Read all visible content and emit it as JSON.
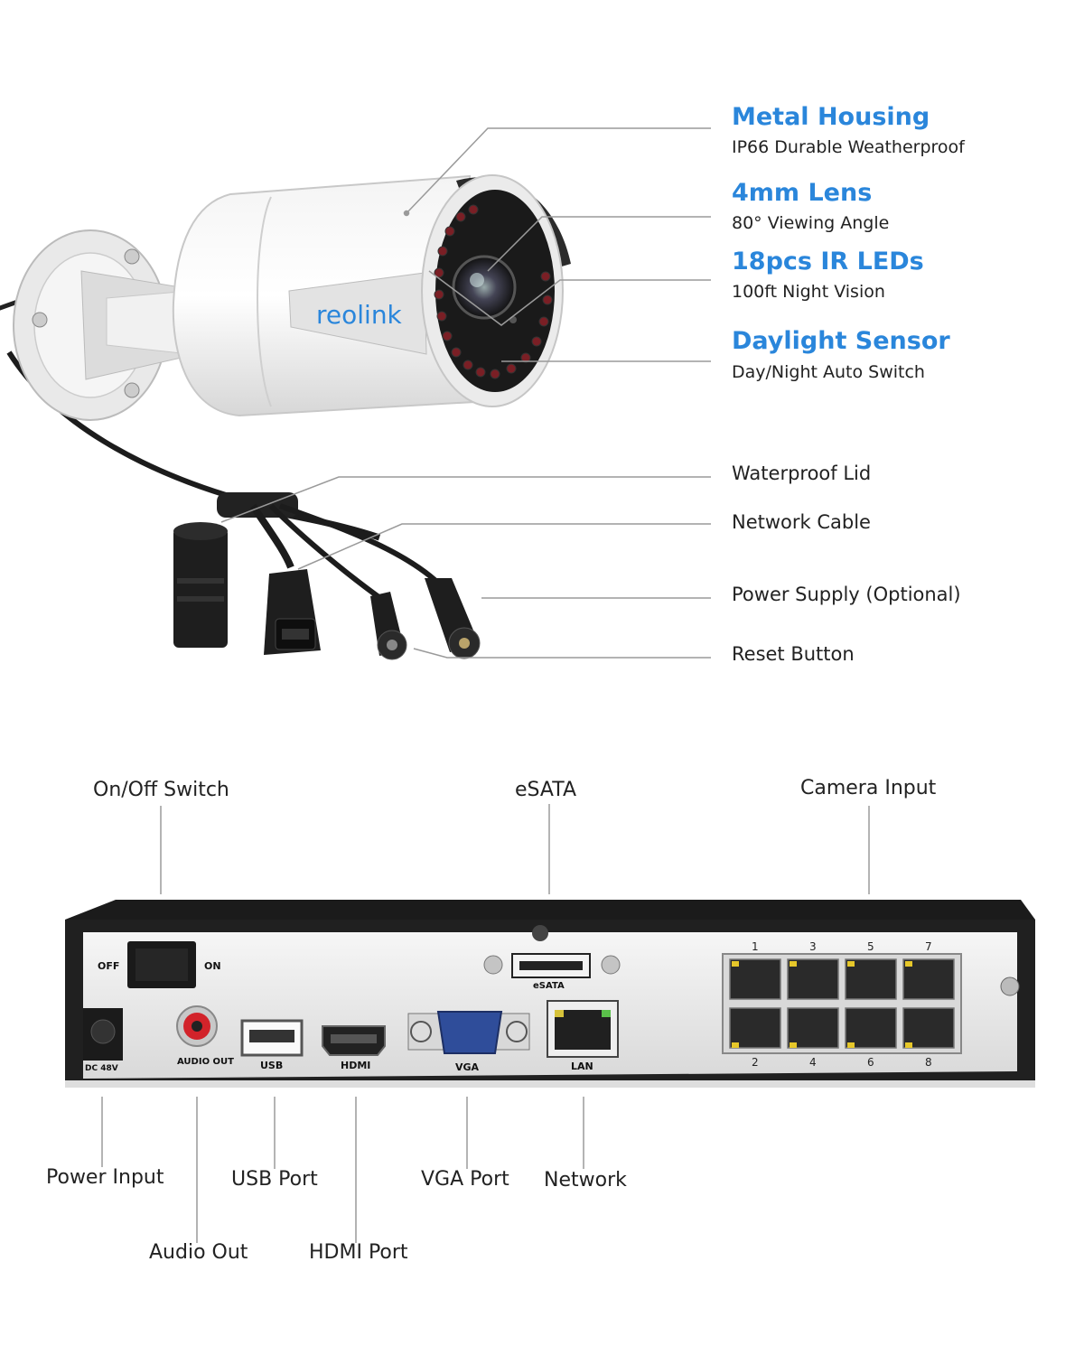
{
  "brand": "reolink",
  "colors": {
    "accent": "#2a86db",
    "text": "#222222",
    "line": "#9a9a9a"
  },
  "camera_features": [
    {
      "title": "Metal Housing",
      "subtitle": "IP66 Durable Weatherproof"
    },
    {
      "title": "4mm Lens",
      "subtitle": "80° Viewing Angle"
    },
    {
      "title": "18pcs IR LEDs",
      "subtitle": "100ft Night Vision"
    },
    {
      "title": "Daylight Sensor",
      "subtitle": "Day/Night Auto Switch"
    }
  ],
  "cable_parts": [
    "Waterproof Lid",
    "Network Cable",
    "Power Supply (Optional)",
    "Reset Button"
  ],
  "nvr_top_labels": [
    "On/Off Switch",
    "eSATA",
    "Camera Input"
  ],
  "nvr_bottom_labels": [
    "Power Input",
    "USB Port",
    "VGA Port",
    "Network",
    "Audio Out",
    "HDMI Port"
  ],
  "nvr_panel": {
    "off": "OFF",
    "on": "ON",
    "dc": "DC 48V",
    "audio_out": "AUDIO OUT",
    "usb": "USB",
    "hdmi": "HDMI",
    "vga": "VGA",
    "esata": "eSATA",
    "lan": "LAN",
    "ports_top": [
      "1",
      "3",
      "5",
      "7"
    ],
    "ports_bottom": [
      "2",
      "4",
      "6",
      "8"
    ]
  }
}
